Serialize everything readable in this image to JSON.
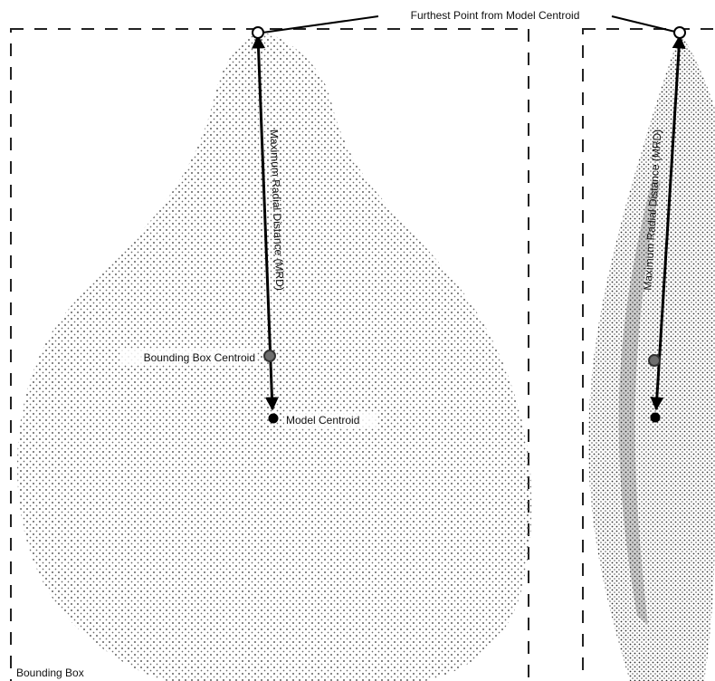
{
  "labels": {
    "furthest_point": "Furthest Point from Model Centroid",
    "mrd_front": "Maximum Radial Distance (MRD)",
    "mrd_side": "Maximum Radial Distance (MRD)",
    "bbox_centroid": "Bounding Box Centroid",
    "model_centroid": "Model Centroid",
    "bounding_box": "Bounding Box"
  },
  "colors": {
    "point_cloud": "#555555",
    "side_cloud_dark": "#333333",
    "arrow": "#000000",
    "bbox_centroid_marker": "#6e6e6e",
    "model_centroid_marker": "#000000",
    "furthest_point_marker": "#ffffff",
    "dashed_box": "#222222"
  }
}
